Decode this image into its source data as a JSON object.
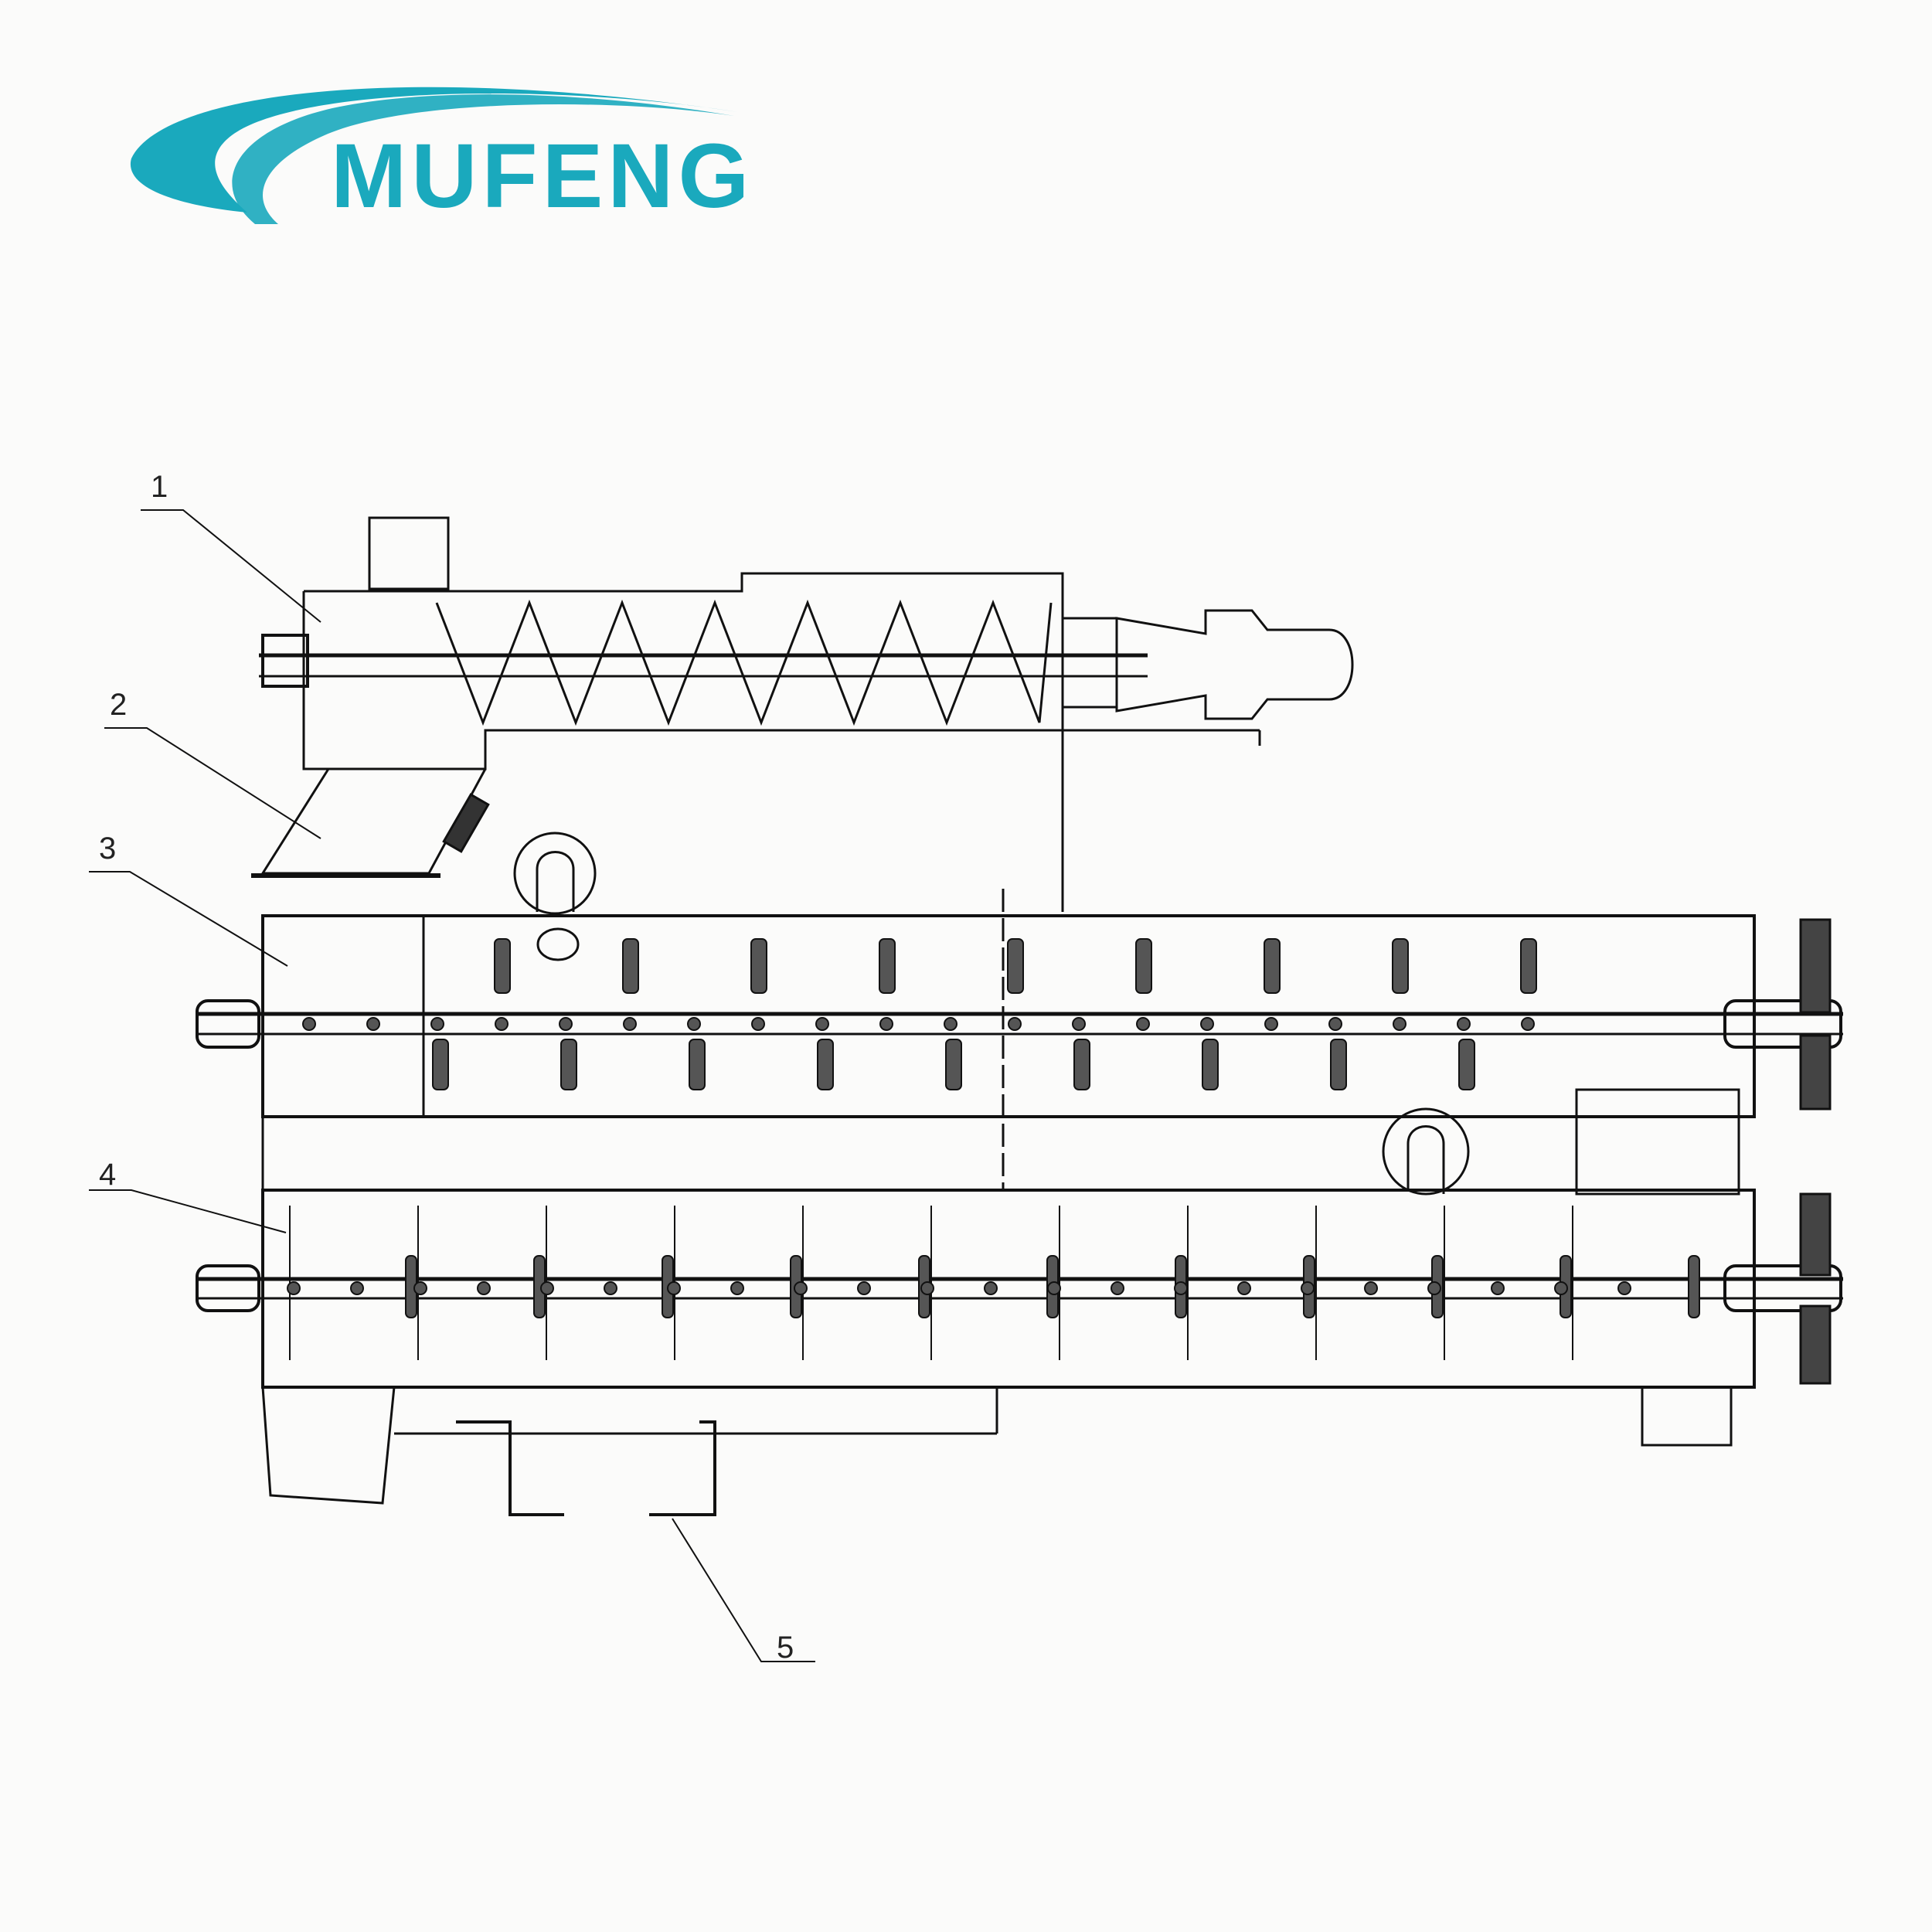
{
  "brand": {
    "name": "MUFENG",
    "color": "#1aa9bd"
  },
  "diagram": {
    "callouts": [
      {
        "label": "1",
        "part": "screw conveyor feeder"
      },
      {
        "label": "2",
        "part": "transition hopper"
      },
      {
        "label": "3",
        "part": "upper paddle conditioner"
      },
      {
        "label": "4",
        "part": "lower paddle conditioner"
      },
      {
        "label": "5",
        "part": "support legs"
      }
    ]
  }
}
